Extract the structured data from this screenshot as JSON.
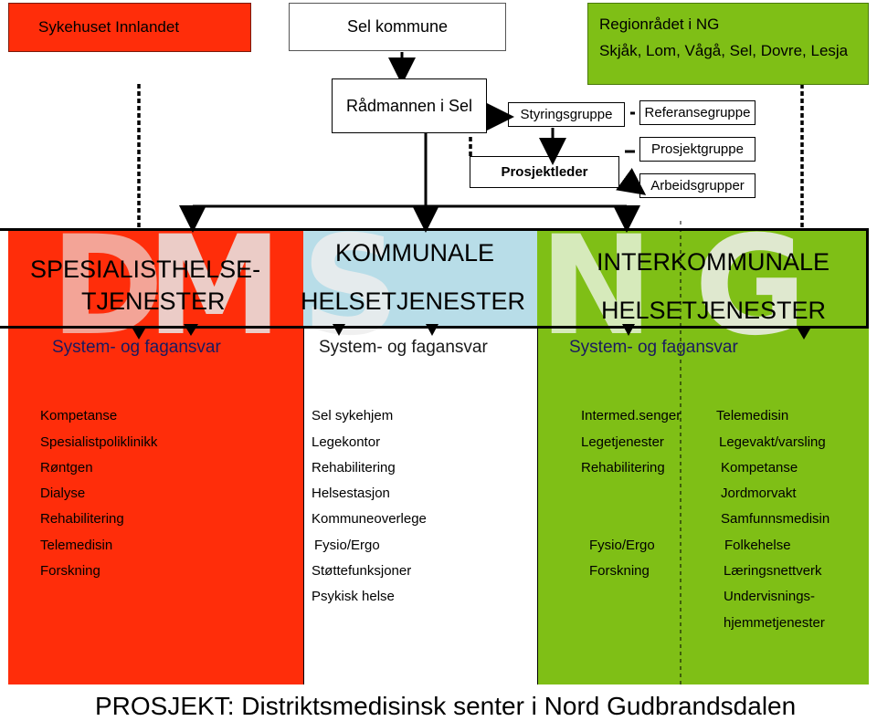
{
  "top": {
    "innlandet": "Sykehuset Innlandet",
    "sel": "Sel kommune",
    "ng_title": "Regionrådet i NG",
    "ng_members": "Skjåk, Lom, Vågå, Sel, Dovre, Lesja"
  },
  "org": {
    "radmann": "Rådmannen i Sel",
    "styring": "Styringsgruppe",
    "referanse": "Referansegruppe",
    "prosjektgruppe": "Prosjektgruppe",
    "arbeidsgrupper": "Arbeidsgrupper",
    "prosjektleder": "Prosjektleder"
  },
  "columns": {
    "spesialist": {
      "title_line1": "SPESIALISTHELSE-",
      "title_line2": "TJENESTER",
      "subtitle": "System- og fagansvar",
      "items": [
        "Kompetanse",
        "Spesialistpoliklinikk",
        "Røntgen",
        "Dialyse",
        "Rehabilitering",
        "Telemedisin",
        "Forskning"
      ],
      "color": "#ff2d0a"
    },
    "kommunale": {
      "title_line1": "KOMMUNALE",
      "title_line2": "HELSETJENESTER",
      "subtitle": "System- og fagansvar",
      "items": [
        "Sel sykehjem",
        "Legekontor",
        "Rehabilitering",
        "Helsestasjon",
        "Kommuneoverlege",
        "Fysio/Ergo",
        "Støttefunksjoner",
        "Psykisk helse"
      ],
      "color": "#b8dde8"
    },
    "interkommunale": {
      "title_line1": "INTERKOMMUNALE",
      "title_line2": "HELSETJENESTER",
      "subtitle": "System- og fagansvar",
      "items_left": [
        "Intermed.senger",
        "Legetjenester",
        "Rehabilitering",
        "Fysio/Ergo",
        "Forskning"
      ],
      "items_right": [
        "Telemedisin",
        "Legevakt/varsling",
        "Kompetanse",
        "Jordmorvakt",
        "Samfunnsmedisin",
        "Folkehelse",
        "Læringsnettverk",
        "Undervisnings-",
        "hjemmetjenester"
      ],
      "color": "#7fbf16"
    }
  },
  "footer": "PROSJEKT: Distriktsmedisinsk senter i Nord Gudbrandsdalen"
}
